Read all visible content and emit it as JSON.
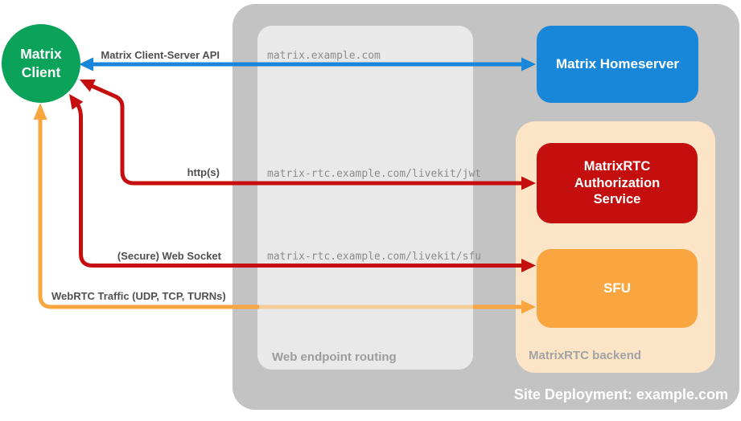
{
  "title": "Site Deployment: example.com",
  "client": {
    "label": "Matrix Client",
    "color": "#0ba259"
  },
  "nodes": {
    "homeserver": {
      "label": "Matrix Homeserver",
      "color": "#1887d9"
    },
    "authorization": {
      "label": "MatrixRTC Authorization Service",
      "color": "#c40f0e"
    },
    "sfu": {
      "label": "SFU",
      "color": "#f9a640"
    }
  },
  "groups": {
    "routing": {
      "label": "Web endpoint routing",
      "background": "#e9e9e9"
    },
    "backend": {
      "label": "MatrixRTC backend",
      "background": "#fce4c7"
    },
    "container": {
      "background": "#c3c3c3"
    }
  },
  "endpoints": {
    "homeserver_url": "matrix.example.com",
    "jwt_url": "matrix-rtc.example.com/livekit/jwt",
    "sfu_url": "matrix-rtc.example.com/livekit/sfu"
  },
  "arrows": {
    "client_server_api": {
      "label": "Matrix Client-Server API",
      "color": "#1887d9",
      "from": "Matrix Client",
      "to": "Matrix Homeserver",
      "bidirectional": true
    },
    "https": {
      "label": "http(s)",
      "color": "#c40f0e",
      "from": "Matrix Client",
      "to": "MatrixRTC Authorization Service",
      "bidirectional": true
    },
    "websocket": {
      "label": "(Secure) Web Socket",
      "color": "#c40f0e",
      "from": "Matrix Client",
      "to": "SFU",
      "bidirectional": true
    },
    "webrtc": {
      "label": "WebRTC Traffic (UDP, TCP, TURNs)",
      "color": "#f9a640",
      "from": "Matrix Client",
      "to": "SFU",
      "bidirectional": true
    }
  }
}
